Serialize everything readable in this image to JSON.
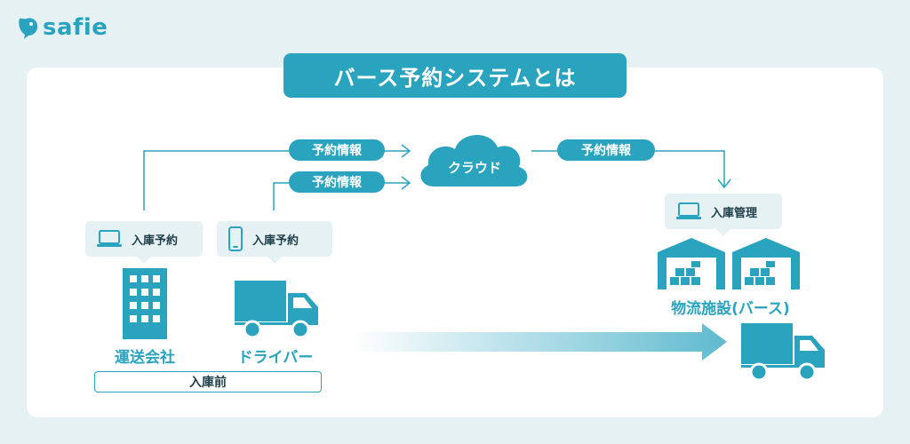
{
  "brand": {
    "name": "safie"
  },
  "title": "バース予約システムとは",
  "cloud": {
    "label": "クラウド"
  },
  "flows": {
    "carrier_to_cloud": "予約情報",
    "driver_to_cloud": "予約情報",
    "cloud_to_facility": "予約情報"
  },
  "bubbles": {
    "carrier": "入庫予約",
    "driver": "入庫予約",
    "facility": "入庫管理"
  },
  "actors": {
    "carrier": "運送会社",
    "driver": "ドライバー",
    "facility": "物流施設(バース)"
  },
  "stage": "入庫前",
  "colors": {
    "accent": "#2aa3bf",
    "pale": "#e6f1f4",
    "text": "#1f3f4a"
  },
  "icons": {
    "logo": "bird-logo-icon",
    "carrier_device": "laptop-icon",
    "driver_device": "smartphone-icon",
    "facility_device": "laptop-icon",
    "carrier": "building-icon",
    "driver": "truck-icon",
    "facility": "warehouse-icon",
    "arrival": "truck-icon"
  }
}
